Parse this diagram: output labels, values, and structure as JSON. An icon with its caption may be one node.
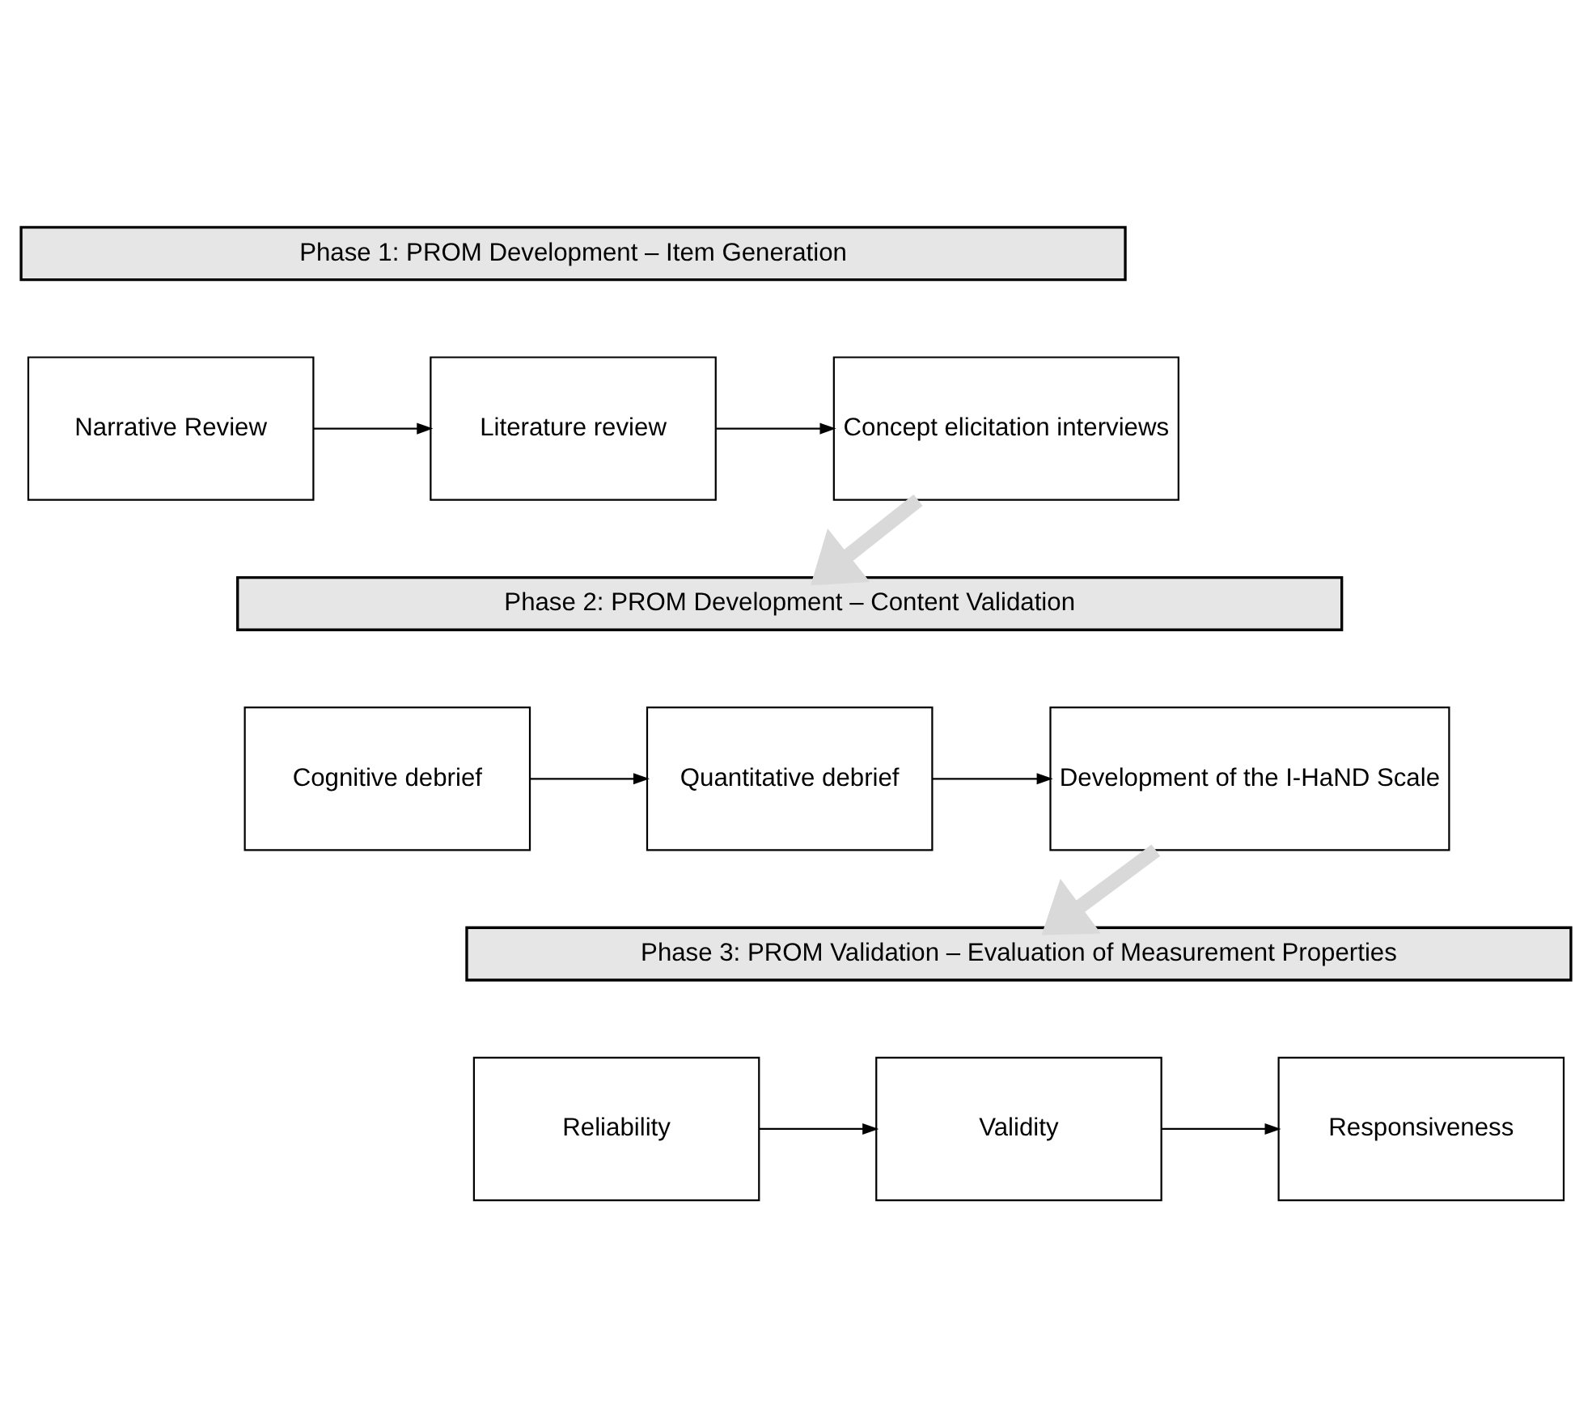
{
  "diagram": {
    "nodes": [
      {
        "text": [
          "Phase 1: PROM Development – Item Generation"
        ]
      },
      {
        "text": [
          "Narrative Review"
        ]
      },
      {
        "text": [
          "Literature review"
        ]
      },
      {
        "text": [
          "Concept elicitation interviews"
        ]
      },
      {
        "text": [
          "Phase 2: PROM Development – Content Validation"
        ]
      },
      {
        "text": [
          "Development of the I-HaND Scale"
        ]
      },
      {
        "text": [
          "Quantitative debrief"
        ]
      },
      {
        "text": [
          "Cognitive debrief"
        ]
      },
      {
        "text": [
          "Phase 3: PROM Validation – Evaluation of Measurement Properties"
        ]
      },
      {
        "text": [
          "Reliability"
        ]
      },
      {
        "text": [
          "Validity"
        ]
      },
      {
        "text": [
          "Responsiveness"
        ]
      }
    ],
    "edges": [
      {
        "from": 1,
        "to": 2,
        "arrow": "to"
      },
      {
        "from": 2,
        "to": 3,
        "arrow": "to"
      },
      {
        "from": 3,
        "to": 4,
        "arrow": "to",
        "style": "thick",
        "color": "#d9d9d9"
      },
      {
        "from": 7,
        "to": 6,
        "arrow": "to"
      },
      {
        "from": 6,
        "to": 5,
        "arrow": "to"
      },
      {
        "from": 5,
        "to": 8,
        "arrow": "to",
        "style": "thick",
        "color": "#d9d9d9"
      },
      {
        "from": 9,
        "to": 10,
        "arrow": "to"
      },
      {
        "from": 10,
        "to": 11,
        "arrow": "to"
      }
    ]
  }
}
